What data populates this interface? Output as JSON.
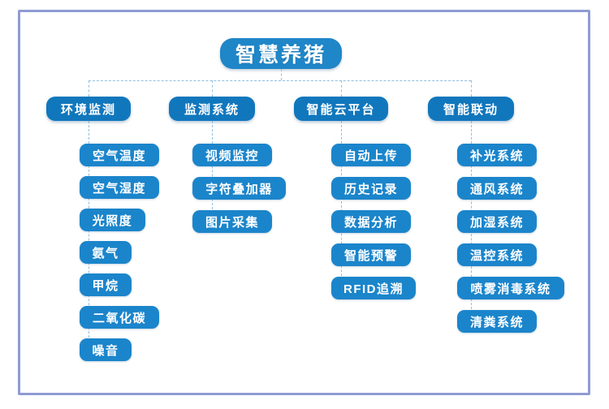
{
  "diagram": {
    "title": "智慧养猪",
    "frame_color": "#8e9bd4",
    "connector_color": "#8fbfe0",
    "title_color": "#1f86c8",
    "level2_color": "#1177bd",
    "level3_color": "#1b85cb",
    "watermark": "",
    "branches": [
      {
        "label": "环境监测",
        "children": [
          {
            "label": "空气温度"
          },
          {
            "label": "空气湿度"
          },
          {
            "label": "光照度"
          },
          {
            "label": "氨气"
          },
          {
            "label": "甲烷"
          },
          {
            "label": "二氧化碳"
          },
          {
            "label": "噪音"
          }
        ]
      },
      {
        "label": "监测系统",
        "children": [
          {
            "label": "视频监控"
          },
          {
            "label": "字符叠加器"
          },
          {
            "label": "图片采集"
          }
        ]
      },
      {
        "label": "智能云平台",
        "children": [
          {
            "label": "自动上传"
          },
          {
            "label": "历史记录"
          },
          {
            "label": "数据分析"
          },
          {
            "label": "智能预警"
          },
          {
            "label": "RFID追溯"
          }
        ]
      },
      {
        "label": "智能联动",
        "children": [
          {
            "label": "补光系统"
          },
          {
            "label": "通风系统"
          },
          {
            "label": "加湿系统"
          },
          {
            "label": "温控系统"
          },
          {
            "label": "喷雾消毒系统"
          },
          {
            "label": "清粪系统"
          }
        ]
      }
    ]
  }
}
